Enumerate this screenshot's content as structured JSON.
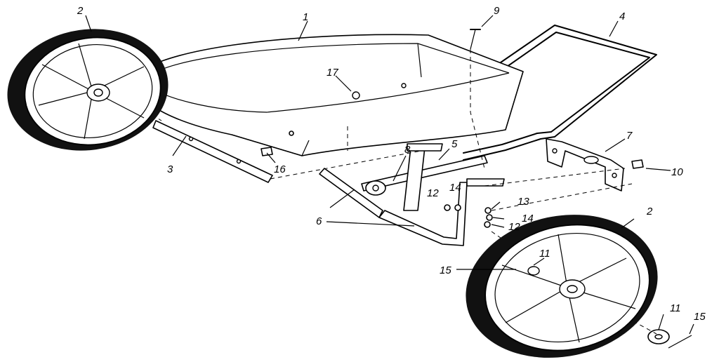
{
  "callouts": {
    "c1": "1",
    "c2a": "2",
    "c2b": "2",
    "c3": "3",
    "c4": "4",
    "c5": "5",
    "c6": "6",
    "c7": "7",
    "c8": "8",
    "c9": "9",
    "c10": "10",
    "c11a": "11",
    "c11b": "11",
    "c12a": "12",
    "c12b": "12",
    "c13": "13",
    "c14a": "14",
    "c14b": "14",
    "c15a": "15",
    "c15b": "15",
    "c16": "16",
    "c17": "17"
  },
  "colors": {
    "ink": "#000000",
    "paper": "#ffffff"
  }
}
